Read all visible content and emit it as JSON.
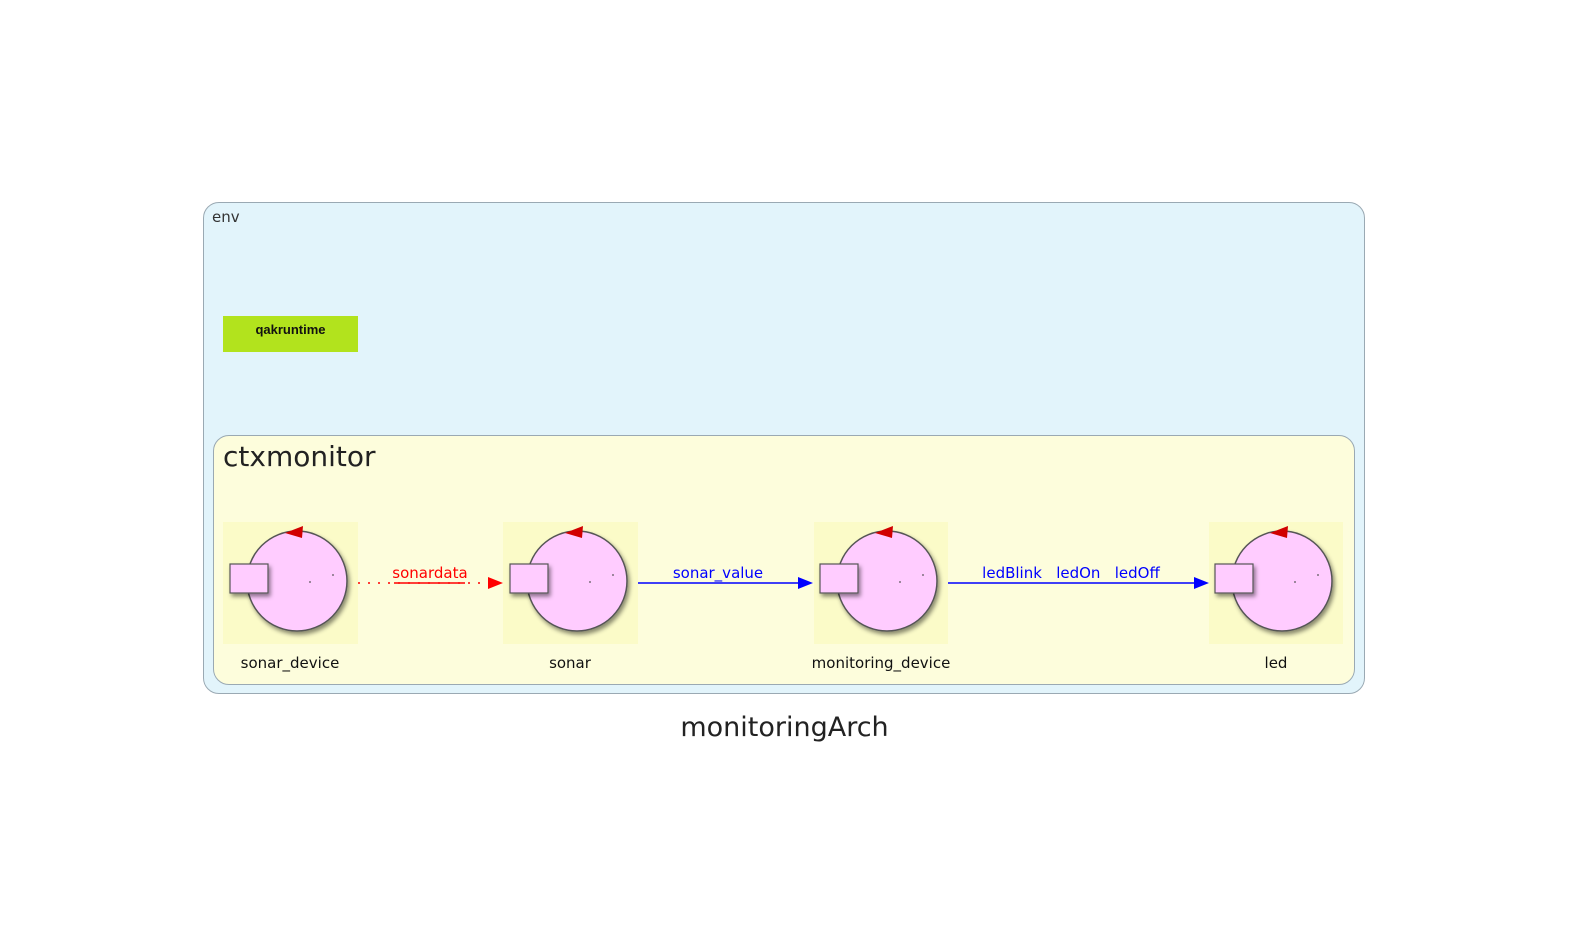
{
  "diagram": {
    "title": "monitoringArch",
    "env_label": "env",
    "runtime_label": "qakruntime",
    "context_label": "ctxmonitor",
    "actors": [
      {
        "name": "sonar_device"
      },
      {
        "name": "sonar"
      },
      {
        "name": "monitoring_device"
      },
      {
        "name": "led"
      }
    ],
    "edges": [
      {
        "from": "sonar_device",
        "to": "sonar",
        "label": "sonardata",
        "style": "dotted",
        "color": "#ff0000"
      },
      {
        "from": "sonar",
        "to": "monitoring_device",
        "label": "sonar_value",
        "style": "solid",
        "color": "#0000ff"
      },
      {
        "from": "monitoring_device",
        "to": "led",
        "label": "ledBlink   ledOn   ledOff",
        "style": "solid",
        "color": "#0000ff"
      }
    ],
    "colors": {
      "env_fill": "#e2f4fb",
      "context_fill": "#fdfddc",
      "runtime_fill": "#b2e31d",
      "actor_fill": "#ffccff",
      "actor_marker": "#d10000"
    }
  }
}
